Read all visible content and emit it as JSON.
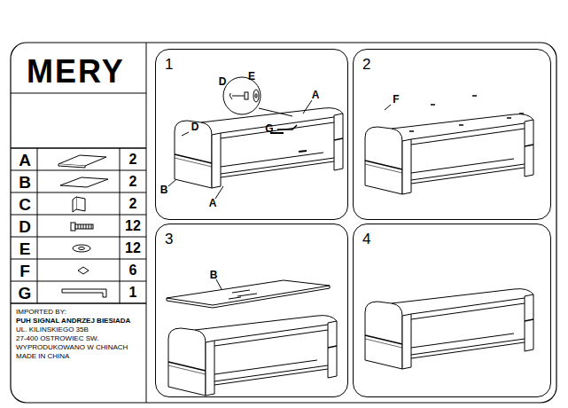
{
  "diagram": {
    "title": "MERY",
    "nodes": [
      {
        "text": [
          "1"
        ]
      },
      {
        "text": [
          "2"
        ]
      },
      {
        "text": [
          "3"
        ]
      },
      {
        "text": [
          "4"
        ]
      }
    ],
    "labels": [
      "A",
      "2",
      "B",
      "2",
      "C",
      "2",
      "D",
      "12",
      "E",
      "12",
      "F",
      "6",
      "G",
      "1",
      "IMPORTED BY:",
      "PUH SIGNAL ANDRZEJ BIESIADA",
      "UL. KILINSKIEGO 35B",
      "27-400 OSTROWIEC SW.",
      "WYPRODUKOWANO W CHINACH",
      "MADE IN CHINA",
      "D",
      "E",
      "A",
      "D",
      "G",
      "B",
      "A",
      "F",
      "B"
    ]
  }
}
